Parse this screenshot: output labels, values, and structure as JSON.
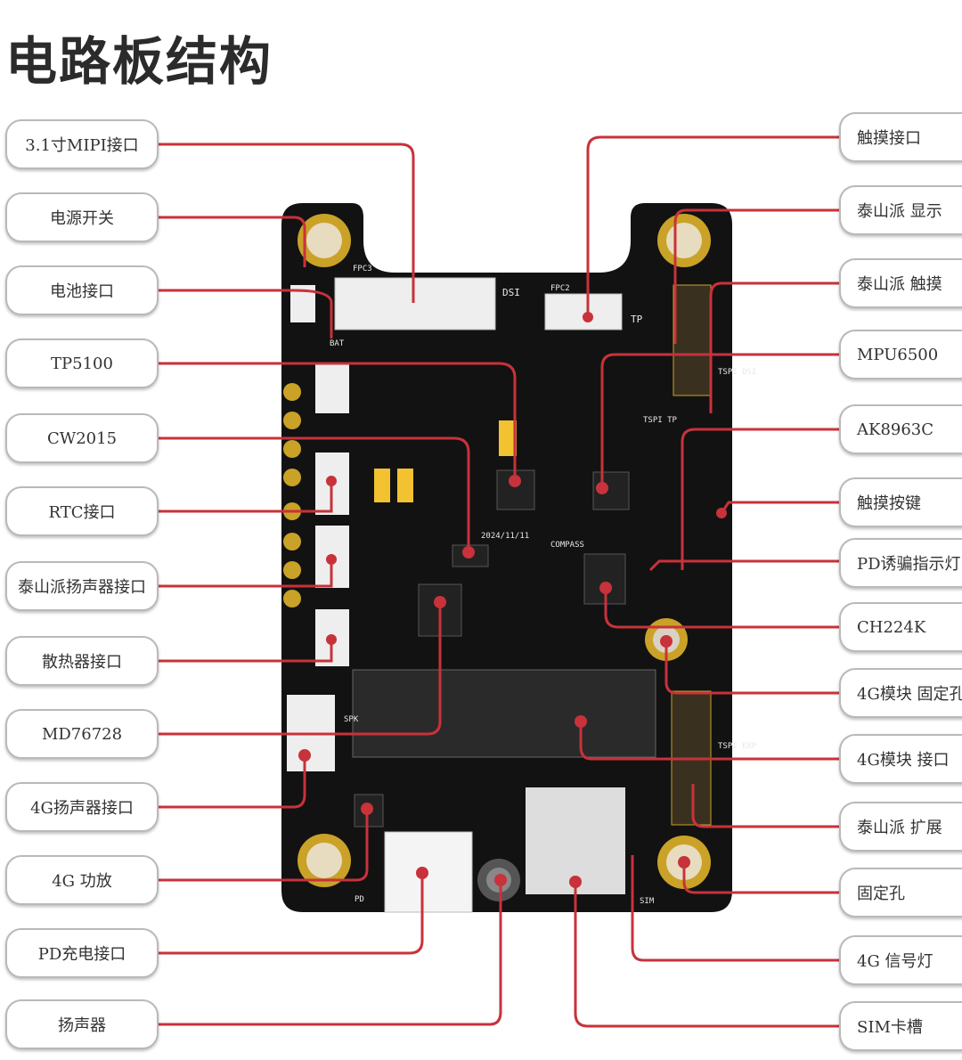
{
  "title": "电路板结构",
  "left_labels": [
    "3.1寸MIPI接口",
    "电源开关",
    "电池接口",
    "TP5100",
    "CW2015",
    "RTC接口",
    "泰山派扬声器接口",
    "散热器接口",
    "MD76728",
    "4G扬声器接口",
    "4G 功放",
    "PD充电接口",
    "扬声器"
  ],
  "right_labels": [
    "触摸接口",
    "泰山派 显示",
    "泰山派 触摸",
    "MPU6500",
    "AK8963C",
    "触摸按键",
    "PD诱骗指示灯",
    "CH224K",
    "4G模块 固定孔",
    "4G模块 接口",
    "泰山派 扩展",
    "固定孔",
    "4G 信号灯",
    "SIM卡槽"
  ],
  "board_silkscreen": {
    "fpc3": "FPC3",
    "dsi": "DSI",
    "fpc2": "FPC2",
    "tp": "TP",
    "bat": "BAT",
    "spk": "SPK",
    "pd": "PD",
    "sim": "SIM",
    "tspi_tp": "TSPI TP",
    "tspi_dsi": "TSPI DSI",
    "tspi_exp": "TSPI EXP",
    "compass": "COMPASS",
    "date": "2024/11/11"
  },
  "colors": {
    "line": "#c8323a",
    "board": "#121212",
    "gold": "#c9a227",
    "silk": "#e8e8e8"
  }
}
